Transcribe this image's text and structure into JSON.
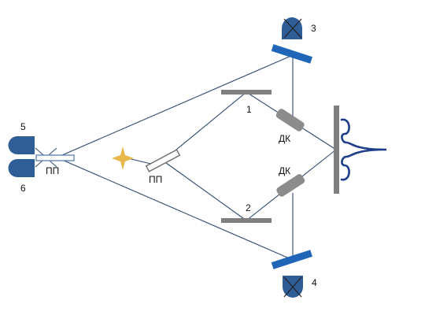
{
  "labels": {
    "det_5": "5",
    "det_6": "6",
    "bs_left": "ПП",
    "bs_center": "ПП",
    "mirror_1": "1",
    "mirror_2": "2",
    "comp_upper": "ДК",
    "comp_lower": "ДК",
    "det_3": "3",
    "det_4": "4"
  },
  "colors": {
    "beam": "#2e4a6e",
    "mirror_gray": "#7f7f7f",
    "detector_blue": "#2f5d96",
    "mirror_blue": "#1f66b8",
    "star": "#e8b84a",
    "signal": "#1f3f8a"
  },
  "icons": {
    "source": "star-icon",
    "detector": "detector-icon",
    "blocked_detector": "blocked-detector-icon",
    "signal": "interference-signal-icon"
  }
}
